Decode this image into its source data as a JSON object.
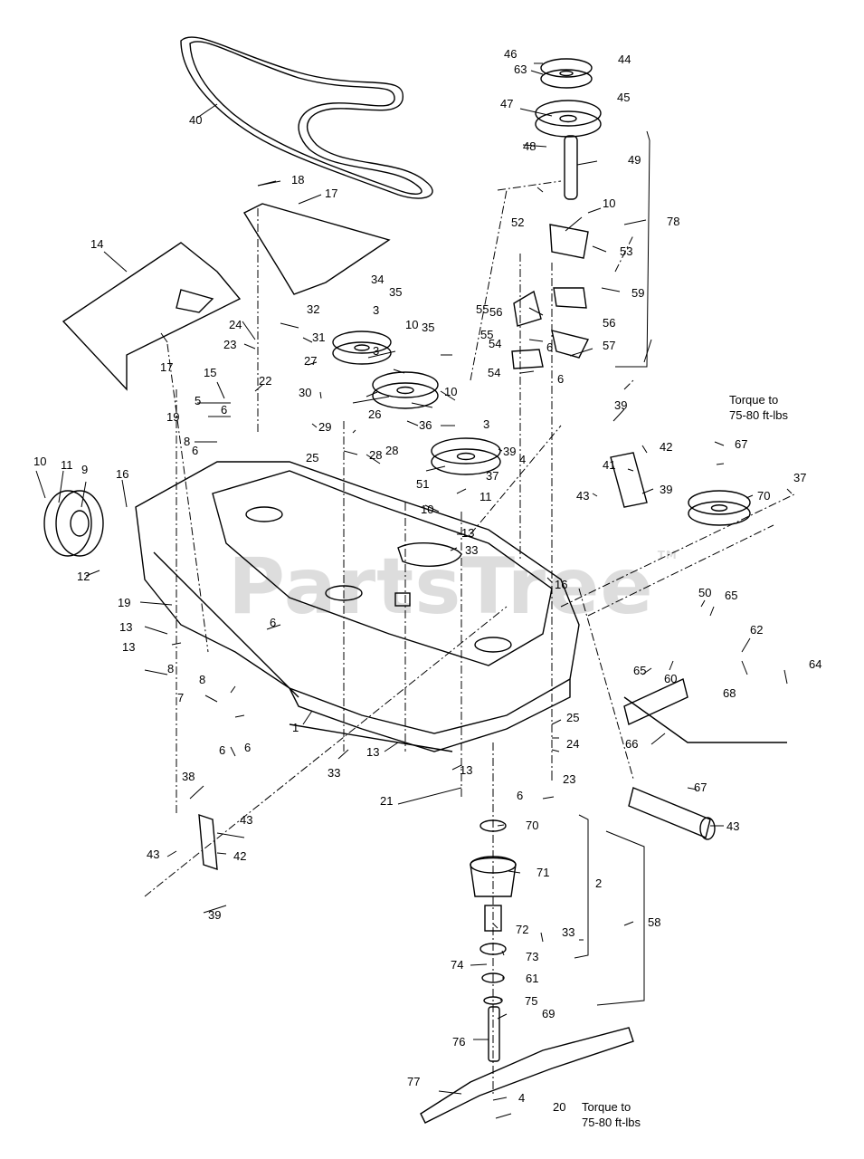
{
  "watermark": {
    "text": "PartsTree",
    "mark": "TM"
  },
  "notes": [
    {
      "line1": "Torque to",
      "line2": "75-80 ft-lbs"
    },
    {
      "line1": "Torque to",
      "line2": "75-80 ft-lbs"
    }
  ],
  "callouts": [
    "1",
    "2",
    "3",
    "3",
    "3",
    "4",
    "4",
    "5",
    "6",
    "6",
    "6",
    "6",
    "6",
    "6",
    "6",
    "6",
    "7",
    "8",
    "8",
    "8",
    "9",
    "10",
    "10",
    "10",
    "10",
    "10",
    "11",
    "11",
    "12",
    "13",
    "13",
    "13",
    "13",
    "13",
    "14",
    "15",
    "16",
    "16",
    "17",
    "17",
    "18",
    "19",
    "19",
    "20",
    "21",
    "22",
    "23",
    "23",
    "24",
    "24",
    "25",
    "25",
    "26",
    "27",
    "28",
    "28",
    "29",
    "30",
    "31",
    "32",
    "33",
    "33",
    "33",
    "34",
    "35",
    "35",
    "36",
    "37",
    "37",
    "38",
    "39",
    "39",
    "39",
    "39",
    "40",
    "41",
    "42",
    "42",
    "43",
    "43",
    "43",
    "43",
    "44",
    "45",
    "46",
    "47",
    "48",
    "49",
    "50",
    "51",
    "52",
    "53",
    "54",
    "54",
    "55",
    "55",
    "56",
    "56",
    "57",
    "58",
    "59",
    "60",
    "61",
    "62",
    "63",
    "64",
    "65",
    "65",
    "66",
    "67",
    "67",
    "68",
    "69",
    "70",
    "70",
    "71",
    "72",
    "73",
    "74",
    "75",
    "76",
    "77",
    "78"
  ]
}
